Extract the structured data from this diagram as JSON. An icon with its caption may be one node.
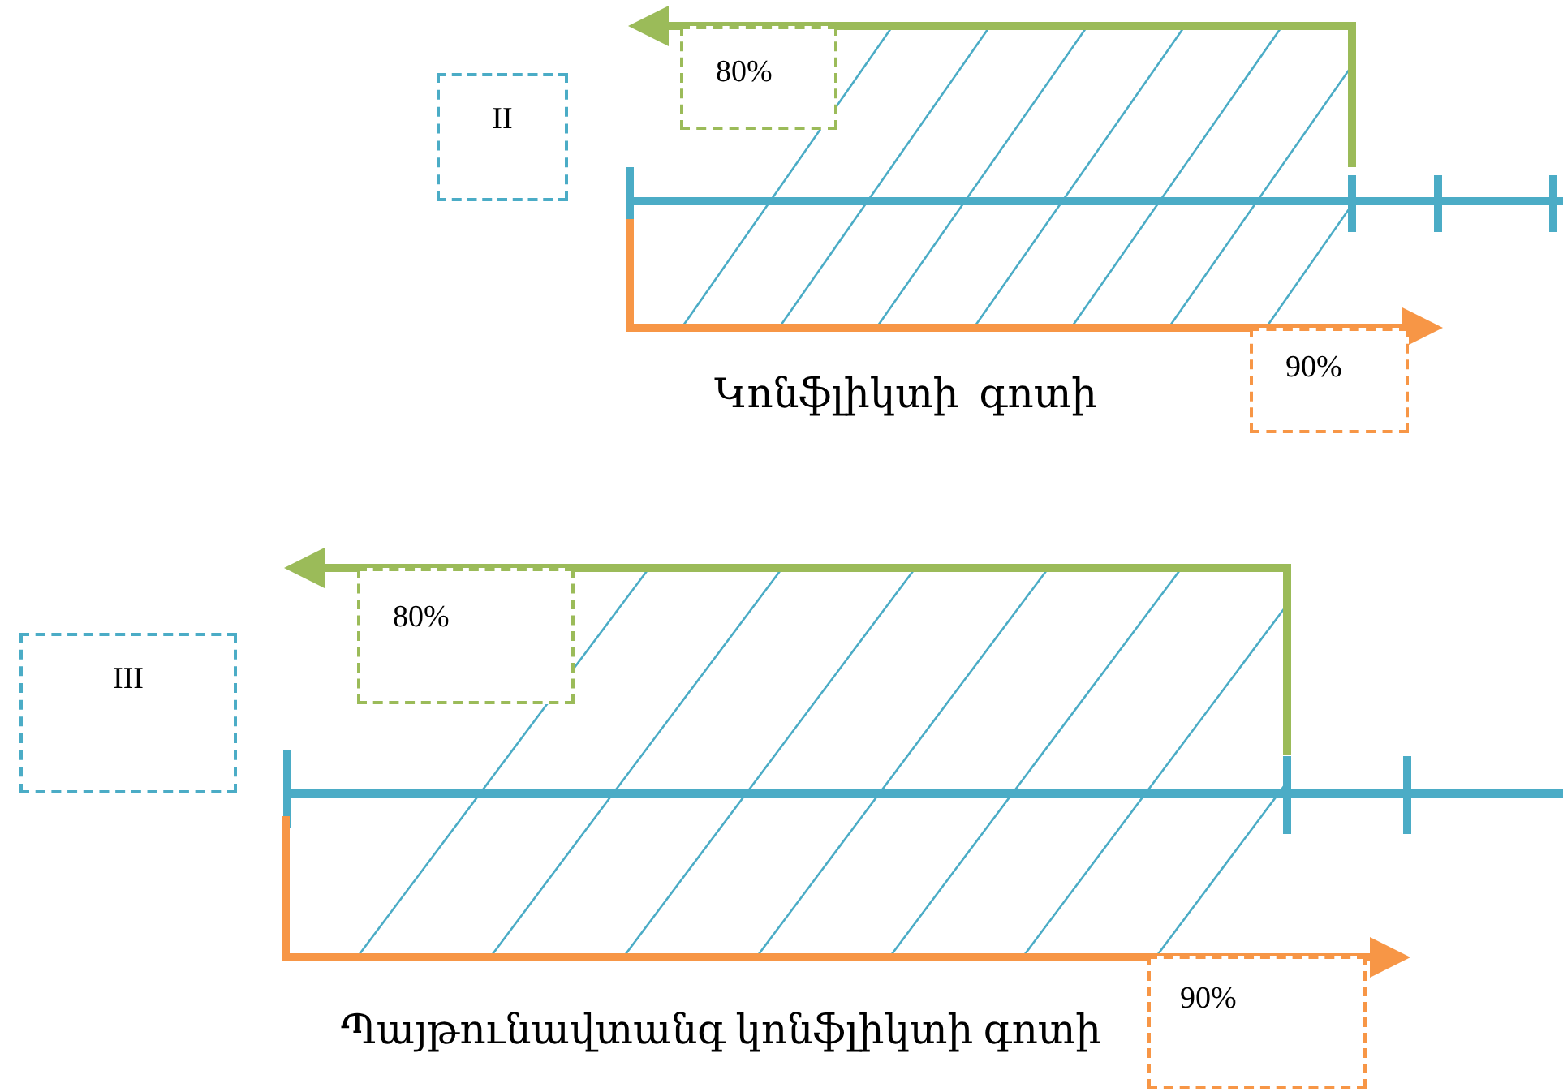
{
  "diagram": {
    "nodes": [
      {
        "text": [
          "II"
        ]
      },
      {
        "text": [
          "80%"
        ]
      },
      {
        "text": [
          "90%"
        ]
      },
      {
        "text": [
          "III"
        ]
      },
      {
        "text": [
          "80%"
        ]
      },
      {
        "text": [
          "90%"
        ]
      }
    ],
    "labels": [
      "Կոնֆլիկտի  գոտի",
      "Պայթունավտանգ կոնֆլիկտի գոտի"
    ]
  }
}
